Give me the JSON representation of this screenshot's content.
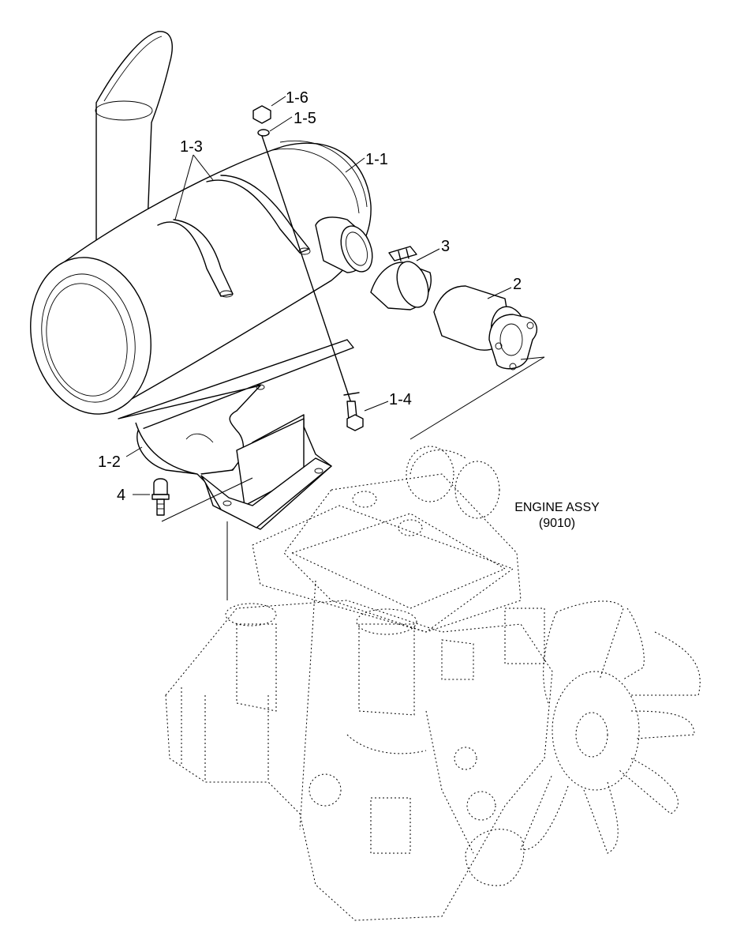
{
  "callouts": {
    "c1_6": "1-6",
    "c1_5": "1-5",
    "c1_3": "1-3",
    "c1_1": "1-1",
    "c3": "3",
    "c2": "2",
    "c1_4": "1-4",
    "c1_2": "1-2",
    "c4": "4"
  },
  "engine_label": {
    "line1": "ENGINE ASSY",
    "line2": "(9010)"
  }
}
